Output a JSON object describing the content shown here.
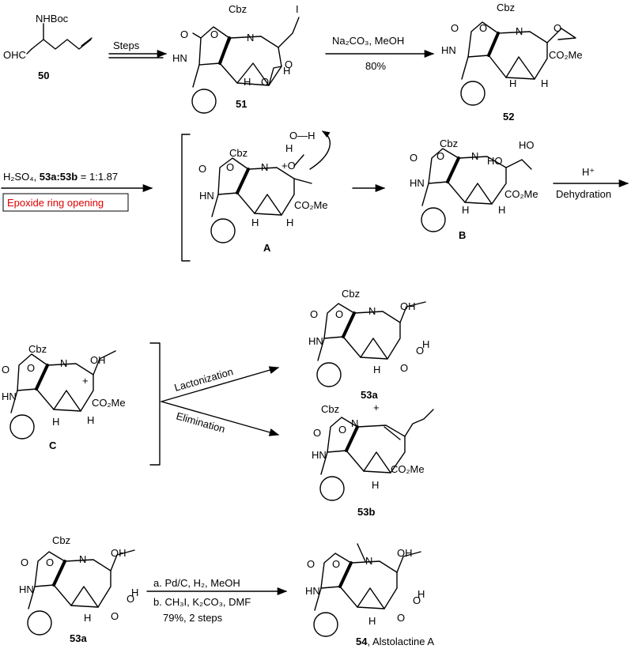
{
  "row1": {
    "c50": {
      "nhboc": "NHBoc",
      "ohc": "OHC",
      "label": "50"
    },
    "steps": "Steps",
    "c51": {
      "cbz": "Cbz",
      "n": "N",
      "o1": "O",
      "o2": "O",
      "hn": "HN",
      "o3": "O",
      "o4": "O",
      "h1": "H",
      "h2": "H",
      "i": "I",
      "label": "51"
    },
    "na2co3": "Na₂CO₃, MeOH",
    "yield80": "80%",
    "c52": {
      "cbz": "Cbz",
      "n": "N",
      "o1": "O",
      "o2": "O",
      "o3": "O",
      "hn": "HN",
      "co2me": "CO₂Me",
      "h1": "H",
      "h2": "H",
      "label": "52"
    }
  },
  "row2": {
    "h2so4": "H₂SO₄, ",
    "ratio_compounds": "53a:53b",
    "ratio_value": " = 1:1.87",
    "epoxide": "Epoxide ring opening",
    "A": {
      "cbz": "Cbz",
      "n": "N",
      "o1": "O",
      "o2": "O",
      "oplus": "+O",
      "h": "H",
      "water": "O—H",
      "hn": "HN",
      "co2me": "CO₂Me",
      "h2": "H",
      "h3": "H",
      "label": "A"
    },
    "B": {
      "cbz": "Cbz",
      "n": "N",
      "o1": "O",
      "o2": "O",
      "ho": "HO",
      "ho2": "HO",
      "hn": "HN",
      "co2me": "CO₂Me",
      "h": "H",
      "h2": "H",
      "label": "B"
    },
    "hplus": "H⁺",
    "dehydration": "Dehydration"
  },
  "row3": {
    "C": {
      "cbz": "Cbz",
      "n": "N",
      "o1": "O",
      "o2": "O",
      "oh": "OH",
      "plus": "+",
      "hn": "HN",
      "co2me": "CO₂Me",
      "h": "H",
      "h2": "H",
      "label": "C"
    },
    "lactonization": "Lactonization",
    "elimination": "Elimination",
    "a53": {
      "cbz": "Cbz",
      "n": "N",
      "o1": "O",
      "o2": "O",
      "oh": "OH",
      "o3": "O",
      "o4": "O",
      "h1": "H",
      "h2": "H",
      "hn": "HN",
      "label": "53a"
    },
    "plus": "+",
    "b53": {
      "cbz": "Cbz",
      "n": "N",
      "o1": "O",
      "o2": "O",
      "hn": "HN",
      "co2me": "CO₂Me",
      "h": "H",
      "label": "53b"
    }
  },
  "row4": {
    "a53": {
      "cbz": "Cbz",
      "n": "N",
      "o1": "O",
      "o2": "O",
      "oh": "OH",
      "o3": "O",
      "o4": "O",
      "h1": "H",
      "h2": "H",
      "hn": "HN",
      "label": "53a"
    },
    "step_a": "a. Pd/C, H₂, MeOH",
    "step_b": "b. CH₃I, K₂CO₃, DMF",
    "yield79": "79%, 2 steps",
    "c54": {
      "n": "N",
      "o1": "O",
      "o2": "O",
      "oh": "OH",
      "o3": "O",
      "o4": "O",
      "h1": "H",
      "h2": "H",
      "hn": "HN",
      "label": "54",
      "name": ", Alstolactine A"
    }
  }
}
